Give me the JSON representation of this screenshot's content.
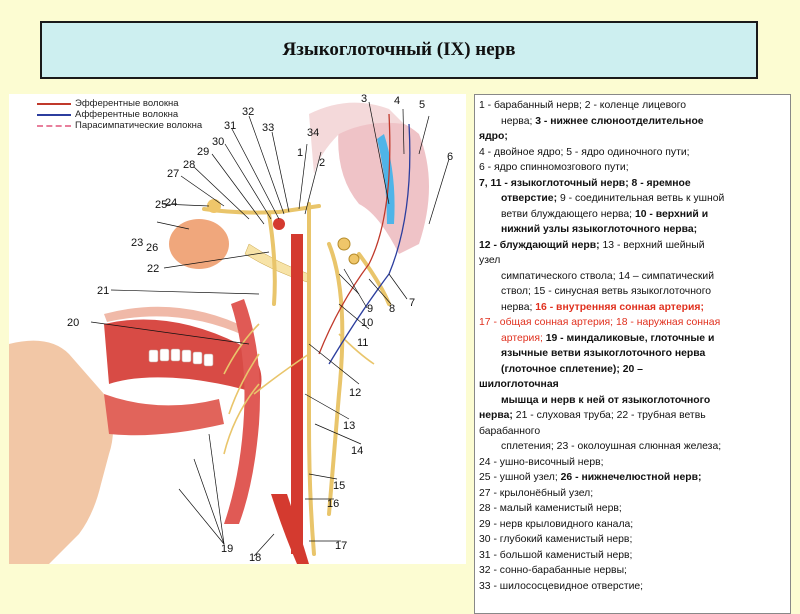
{
  "title": "Языкоглоточный (IX) нерв",
  "figure": {
    "legend": {
      "efferent": "Эфферентные волокна",
      "afferent": "Афферентные волокна",
      "parasympathetic": "Парасимпатические волокна"
    },
    "numbers": [
      "1",
      "2",
      "3",
      "4",
      "5",
      "6",
      "7",
      "8",
      "9",
      "10",
      "11",
      "12",
      "13",
      "14",
      "15",
      "16",
      "17",
      "18",
      "19",
      "20",
      "21",
      "22",
      "23",
      "24",
      "25",
      "26",
      "27",
      "28",
      "29",
      "30",
      "31",
      "32",
      "33",
      "34"
    ]
  },
  "legend_text": {
    "l1_a": "1 - барабанный нерв; 2 - коленце лицевого",
    "l1_b": "нерва; ",
    "l1_c": "3 - нижнее слюноотделительное",
    "l1_d": "ядро;",
    "l2": "4 - двойное ядро; 5 - ядро одиночного пути;",
    "l3": "6 - ядро спинномозгового пути;",
    "l4_a": "7, 11 - языкоглоточный нерв; 8 - яремное",
    "l4_b": "отверстие;",
    "l4_c": " 9 - соединительная ветвь к ушной",
    "l4_d": "ветви блуждающего нерва; ",
    "l4_e": "10 - верхний и",
    "l4_f": "нижний узлы языкоглоточного нерва;",
    "l5_a": "12 - блуждающий нерв;",
    "l5_b": " 13 - верхний шейный",
    "l5_c": "узел",
    "l5_d": "симпатического ствола; 14 – симпатический",
    "l5_e": "ствол; 15 - синусная ветвь языкоглоточного",
    "l5_f": "нерва; ",
    "l5_g": "16 - внутренняя сонная артерия;",
    "l6_a": "17 - общая сонная артерия; 18 - наружная сонная",
    "l6_b": "артерия; ",
    "l6_c": "19 - миндаликовые, глоточные и",
    "l6_d": "язычные ветви языкоглоточного нерва",
    "l6_e": "(глоточное сплетение); 20 –",
    "l6_f": "шилоглоточная",
    "l6_g": "мышца и нерв к ней от языкоглоточного",
    "l6_h": "нерва;",
    "l6_i": " 21 - слуховая труба; 22 - трубная ветвь",
    "l6_j": "барабанного",
    "l6_k": "сплетения; 23 - околоушная слюнная железа;",
    "l7_a": "24 - ушно-височный нерв;",
    "l8_a": "25 - ушной узел; ",
    "l8_b": "26 - нижнечелюстной нерв;",
    "l9": "27 - крылонёбный узел;",
    "l10": "28 - малый каменистый нерв;",
    "l11": "29 - нерв крыловидного канала;",
    "l12": "30 - глубокий каменистый нерв;",
    "l13": "31 - большой каменистый нерв;",
    "l14": "32 - сонно-барабанные нервы;",
    "l15": "33 - шилососцевидное отверстие;"
  }
}
